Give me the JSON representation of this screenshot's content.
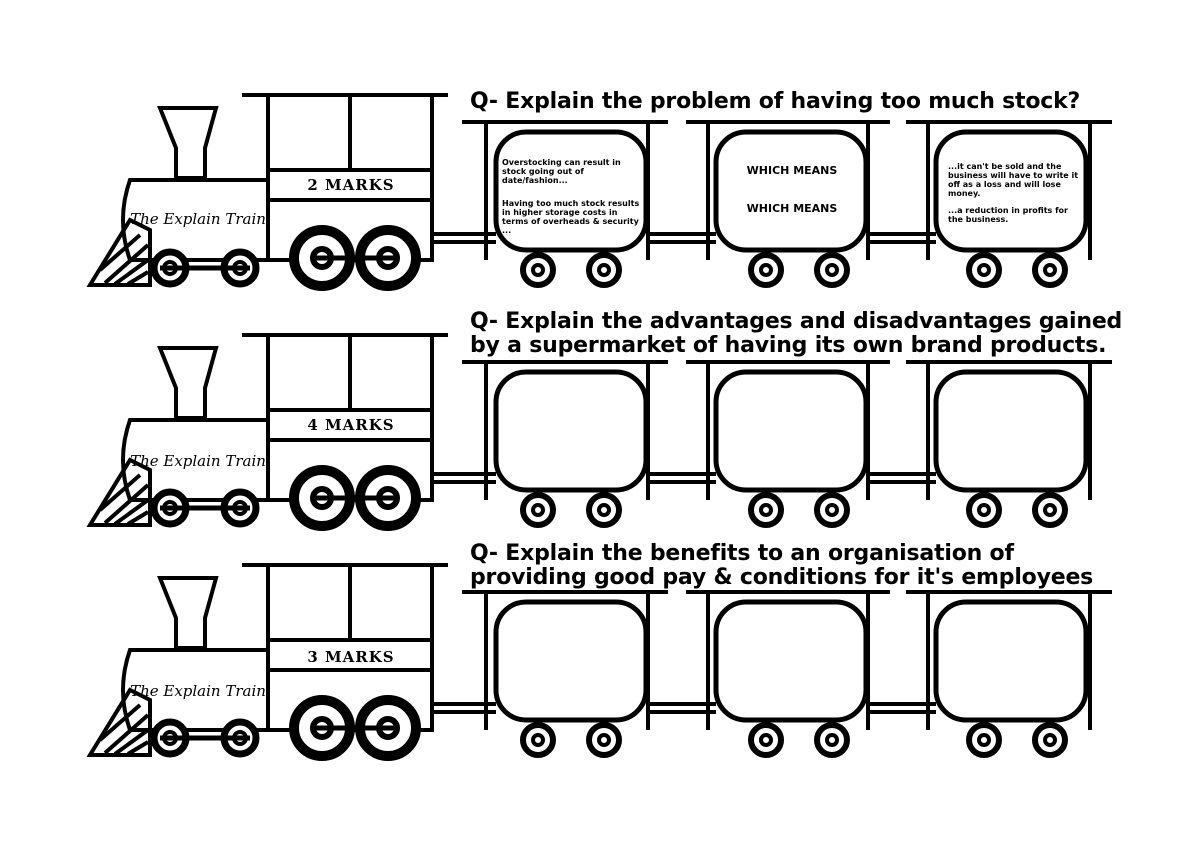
{
  "trains": [
    {
      "question": "Q- Explain the problem of having too much stock?",
      "engine_label": "The Explain Train",
      "marks": "2 MARKS",
      "carriages": [
        {
          "lines": [
            "Overstocking can result in stock going out of date/fashion...",
            "Having too much stock results in higher storage costs in terms of overheads & security  ..."
          ]
        },
        {
          "lines": [
            "WHICH MEANS",
            "WHICH MEANS"
          ]
        },
        {
          "lines": [
            "...it can't be sold and the business will have to write it off as a loss and will lose money.",
            "...a reduction in profits for the business."
          ]
        }
      ]
    },
    {
      "question": "Q- Explain the advantages and disadvantages gained by a supermarket of having its own brand products.",
      "engine_label": "The Explain Train",
      "marks": "4 MARKS",
      "carriages": [
        {
          "lines": []
        },
        {
          "lines": []
        },
        {
          "lines": []
        }
      ]
    },
    {
      "question": "Q- Explain the benefits to an organisation of providing good pay & conditions for it's employees",
      "engine_label": "The Explain Train",
      "marks": "3 MARKS",
      "carriages": [
        {
          "lines": []
        },
        {
          "lines": []
        },
        {
          "lines": []
        }
      ]
    }
  ]
}
